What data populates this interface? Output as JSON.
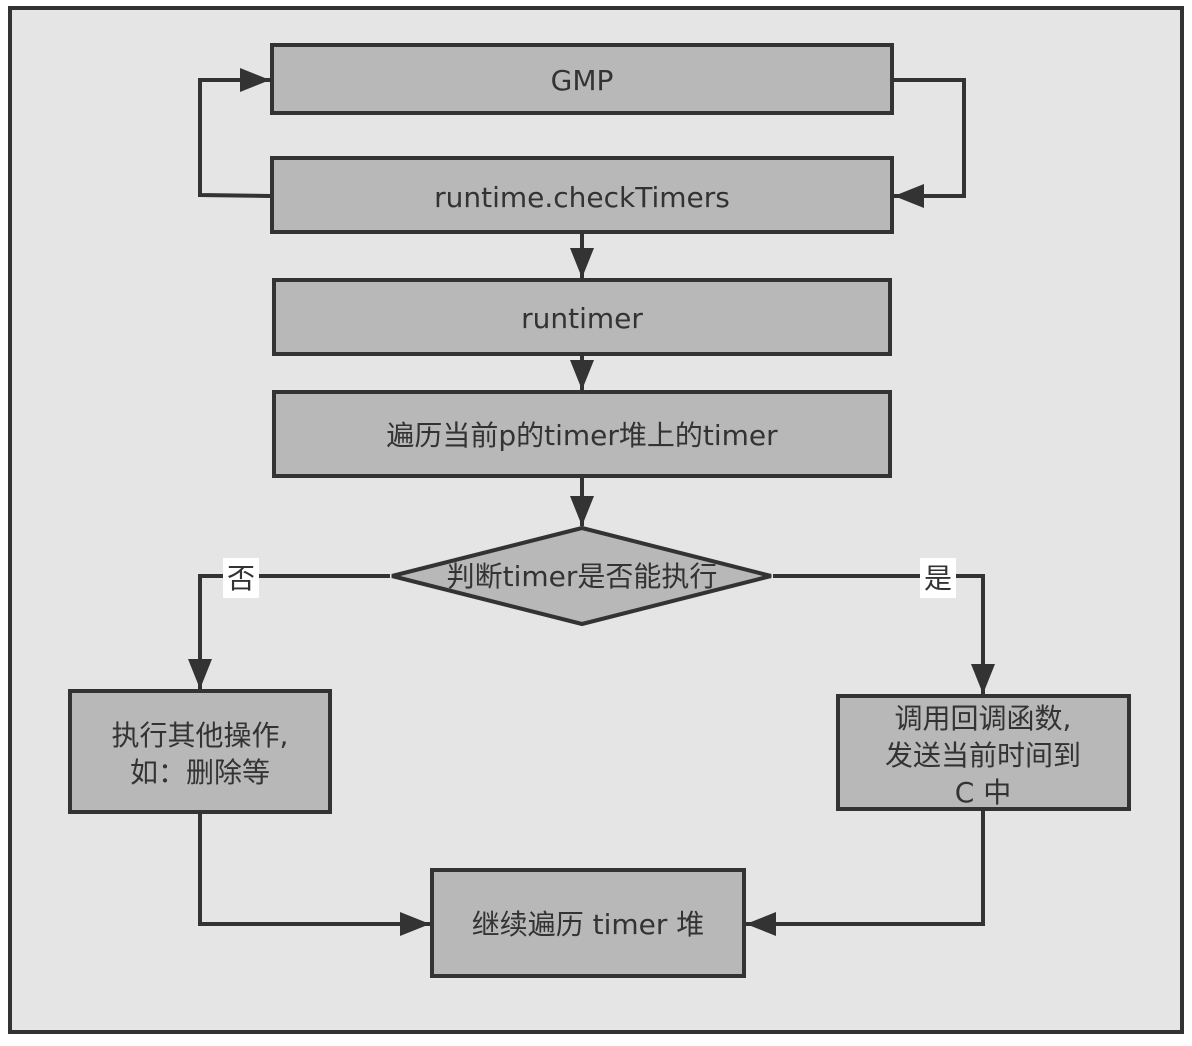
{
  "nodes": {
    "gmp": "GMP",
    "check_timers": "runtime.checkTimers",
    "runtimer": "runtimer",
    "traverse": "遍历当前p的timer堆上的timer",
    "decision": "判断timer是否能执行",
    "else_action": [
      "执行其他操作,",
      "如：删除等"
    ],
    "callback": [
      "调用回调函数,",
      "发送当前时间到",
      "C 中"
    ],
    "continue": "继续遍历 timer 堆"
  },
  "edges": {
    "no_label": "否",
    "yes_label": "是"
  },
  "colors": {
    "background": "#e5e5e5",
    "node_fill": "#b8b8b8",
    "stroke": "#333333",
    "text": "#333333"
  }
}
